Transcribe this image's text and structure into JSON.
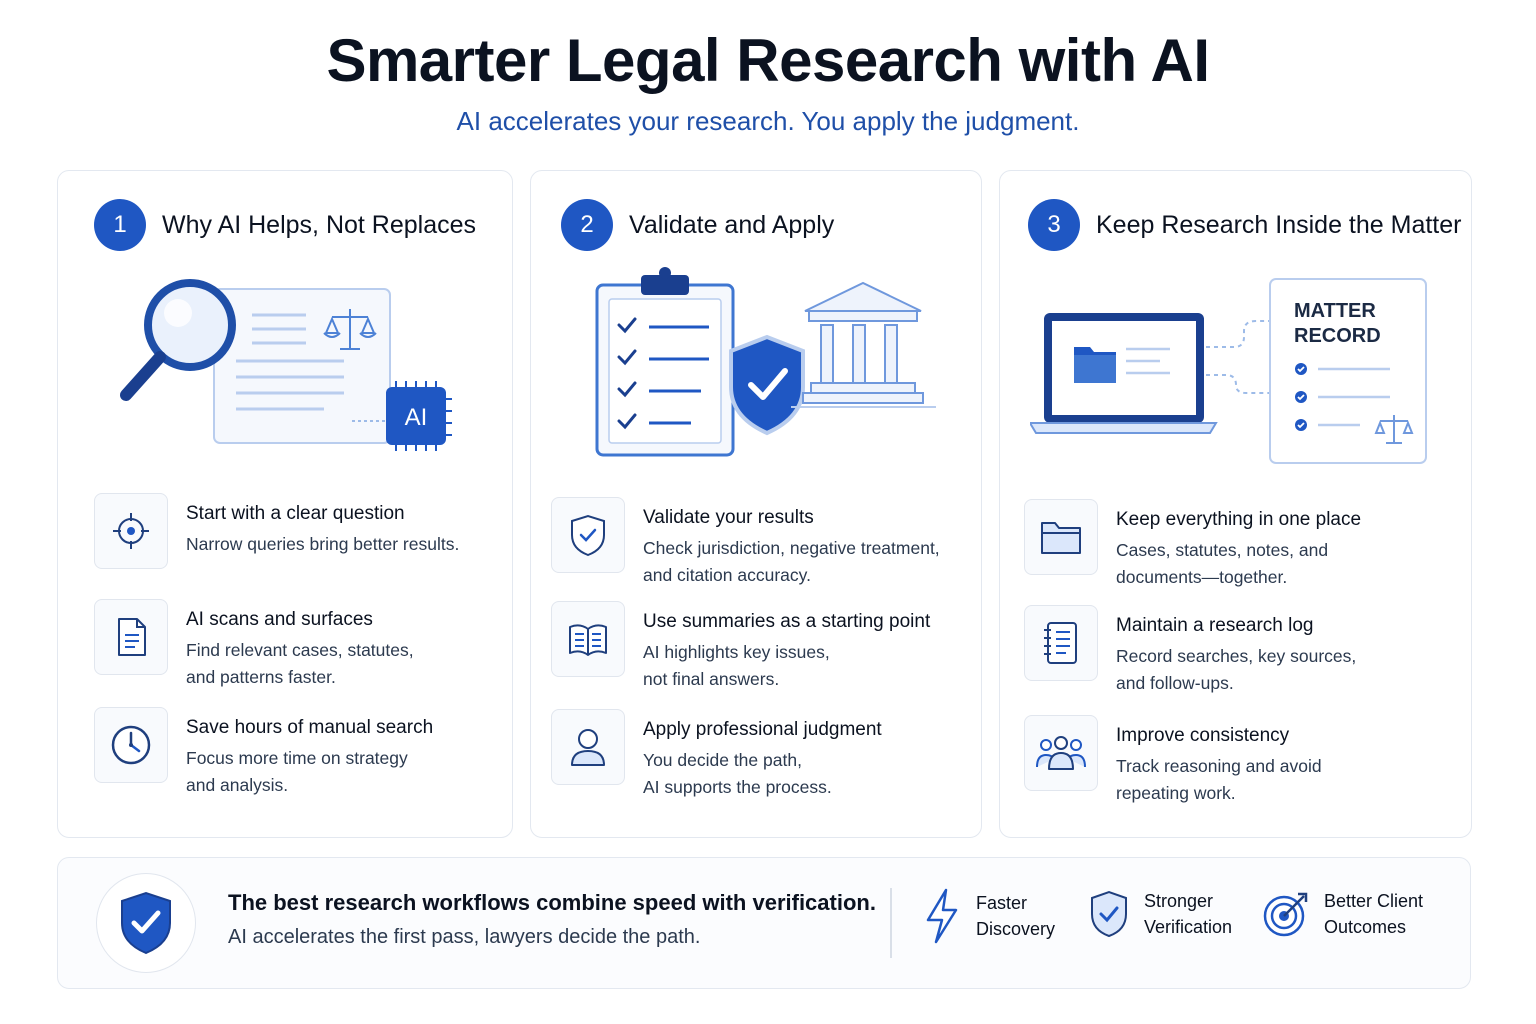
{
  "header": {
    "title": "Smarter Legal Research with AI",
    "subtitle": "AI accelerates your research. You apply the judgment."
  },
  "columns": [
    {
      "number": "1",
      "title": "Why AI Helps, Not Replaces",
      "illustration_icons": [
        "magnifier-icon",
        "document-icon",
        "scales-icon",
        "ai-chip-icon"
      ],
      "chip_label": "AI",
      "items": [
        {
          "icon": "target-icon",
          "title": "Start with a clear question",
          "desc": [
            "Narrow queries bring better results."
          ]
        },
        {
          "icon": "document-icon",
          "title": "AI scans and surfaces",
          "desc": [
            "Find relevant cases, statutes,",
            "and patterns faster."
          ]
        },
        {
          "icon": "clock-icon",
          "title": "Save hours of manual search",
          "desc": [
            "Focus more time on strategy",
            "and analysis."
          ]
        }
      ]
    },
    {
      "number": "2",
      "title": "Validate and Apply",
      "illustration_icons": [
        "clipboard-checklist-icon",
        "shield-check-icon",
        "courthouse-icon"
      ],
      "items": [
        {
          "icon": "shield-check-icon",
          "title": "Validate your results",
          "desc": [
            "Check jurisdiction, negative treatment,",
            "and citation accuracy."
          ]
        },
        {
          "icon": "open-book-icon",
          "title": "Use summaries as a starting point",
          "desc": [
            "AI highlights key issues,",
            "not final answers."
          ]
        },
        {
          "icon": "person-icon",
          "title": "Apply professional judgment",
          "desc": [
            "You decide the path,",
            "AI supports the process."
          ]
        }
      ]
    },
    {
      "number": "3",
      "title": "Keep Research Inside the Matter",
      "illustration_icons": [
        "laptop-folder-icon",
        "matter-record-icon",
        "scales-icon"
      ],
      "record_label": [
        "MATTER",
        "RECORD"
      ],
      "items": [
        {
          "icon": "folder-icon",
          "title": "Keep everything in one place",
          "desc": [
            "Cases, statutes, notes, and",
            "documents—together."
          ]
        },
        {
          "icon": "notebook-icon",
          "title": "Maintain a research log",
          "desc": [
            "Record searches, key sources,",
            "and follow-ups."
          ]
        },
        {
          "icon": "team-icon",
          "title": "Improve consistency",
          "desc": [
            "Track reasoning and avoid",
            "repeating work."
          ]
        }
      ]
    }
  ],
  "footer": {
    "icon": "shield-check-icon",
    "title": "The best research workflows combine speed with verification.",
    "subtitle": "AI accelerates the first pass, lawyers decide the path.",
    "benefits": [
      {
        "icon": "lightning-icon",
        "label": "Faster\nDiscovery"
      },
      {
        "icon": "shield-check-icon",
        "label": "Stronger\nVerification"
      },
      {
        "icon": "target-arrow-icon",
        "label": "Better Client\nOutcomes"
      }
    ]
  },
  "colors": {
    "accent": "#1f57c3",
    "accent_dark": "#1a3f8f",
    "light_blue": "#dbe7fb",
    "text": "#0b1220",
    "border": "#e3e8f0"
  }
}
